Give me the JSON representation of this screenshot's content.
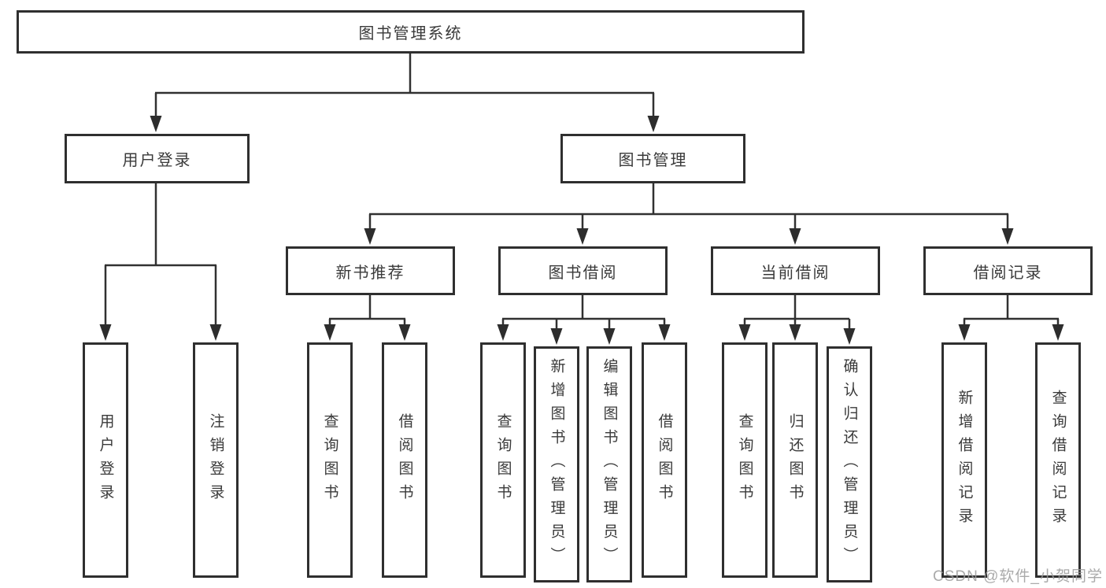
{
  "nodes": {
    "root": {
      "label": "图书管理系统"
    },
    "l2": [
      {
        "label": "用户登录"
      },
      {
        "label": "图书管理"
      }
    ],
    "l3": [
      {
        "label": "新书推荐"
      },
      {
        "label": "图书借阅"
      },
      {
        "label": "当前借阅"
      },
      {
        "label": "借阅记录"
      }
    ],
    "leaves": {
      "user_login": [
        {
          "label": "用户登录"
        },
        {
          "label": "注销登录"
        }
      ],
      "new_books": [
        {
          "label": "查询图书"
        },
        {
          "label": "借阅图书"
        }
      ],
      "book_borrow": [
        {
          "label": "查询图书"
        },
        {
          "label": "新增图书（管理员）"
        },
        {
          "label": "编辑图书（管理员）"
        },
        {
          "label": "借阅图书"
        }
      ],
      "current_borrow": [
        {
          "label": "查询图书"
        },
        {
          "label": "归还图书"
        },
        {
          "label": "确认归还（管理员）"
        }
      ],
      "borrow_records": [
        {
          "label": "新增借阅记录"
        },
        {
          "label": "查询借阅记录"
        }
      ]
    }
  },
  "watermark": "CSDN @软件_小贺同学",
  "colors": {
    "line": "#313131",
    "border": "#2f2f2f",
    "text": "#3a3a3a",
    "watermark": "#9c9c9c",
    "background": "#ffffff"
  }
}
